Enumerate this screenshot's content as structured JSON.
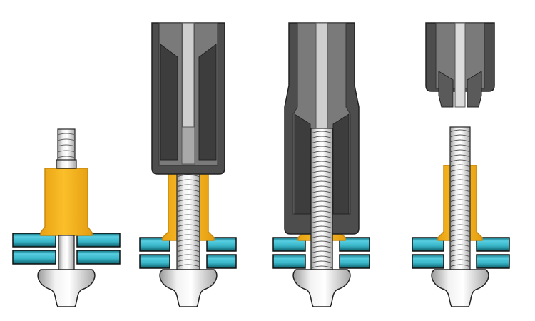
{
  "figure": {
    "kind": "blind-rivet-installation-sequence",
    "background": "#ffffff",
    "colors": {
      "sleeve": "#f6b21c",
      "sleeve_dark": "#c98a10",
      "plate": "#3bb8cf",
      "plate_dark": "#0d5a66",
      "plate_edge": "#111111",
      "mandrel": "#e6e6e6",
      "mandrel_shade": "#b5b5b5",
      "tool_outer": "#4d4d4d",
      "tool_mid": "#7a7a7a",
      "tool_light": "#a9a9a9",
      "outline": "#222222"
    },
    "stages": [
      {
        "step": 1,
        "state": "rivet-inserted",
        "tool": "none"
      },
      {
        "step": 2,
        "state": "tool-engaged",
        "tool": "nosepiece-over-mandrel"
      },
      {
        "step": 3,
        "state": "mandrel-pulled-sleeve-compressed",
        "tool": "nosepiece-extended"
      },
      {
        "step": 4,
        "state": "mandrel-broken-tool-removed",
        "tool": "jaws-retracted"
      }
    ]
  }
}
